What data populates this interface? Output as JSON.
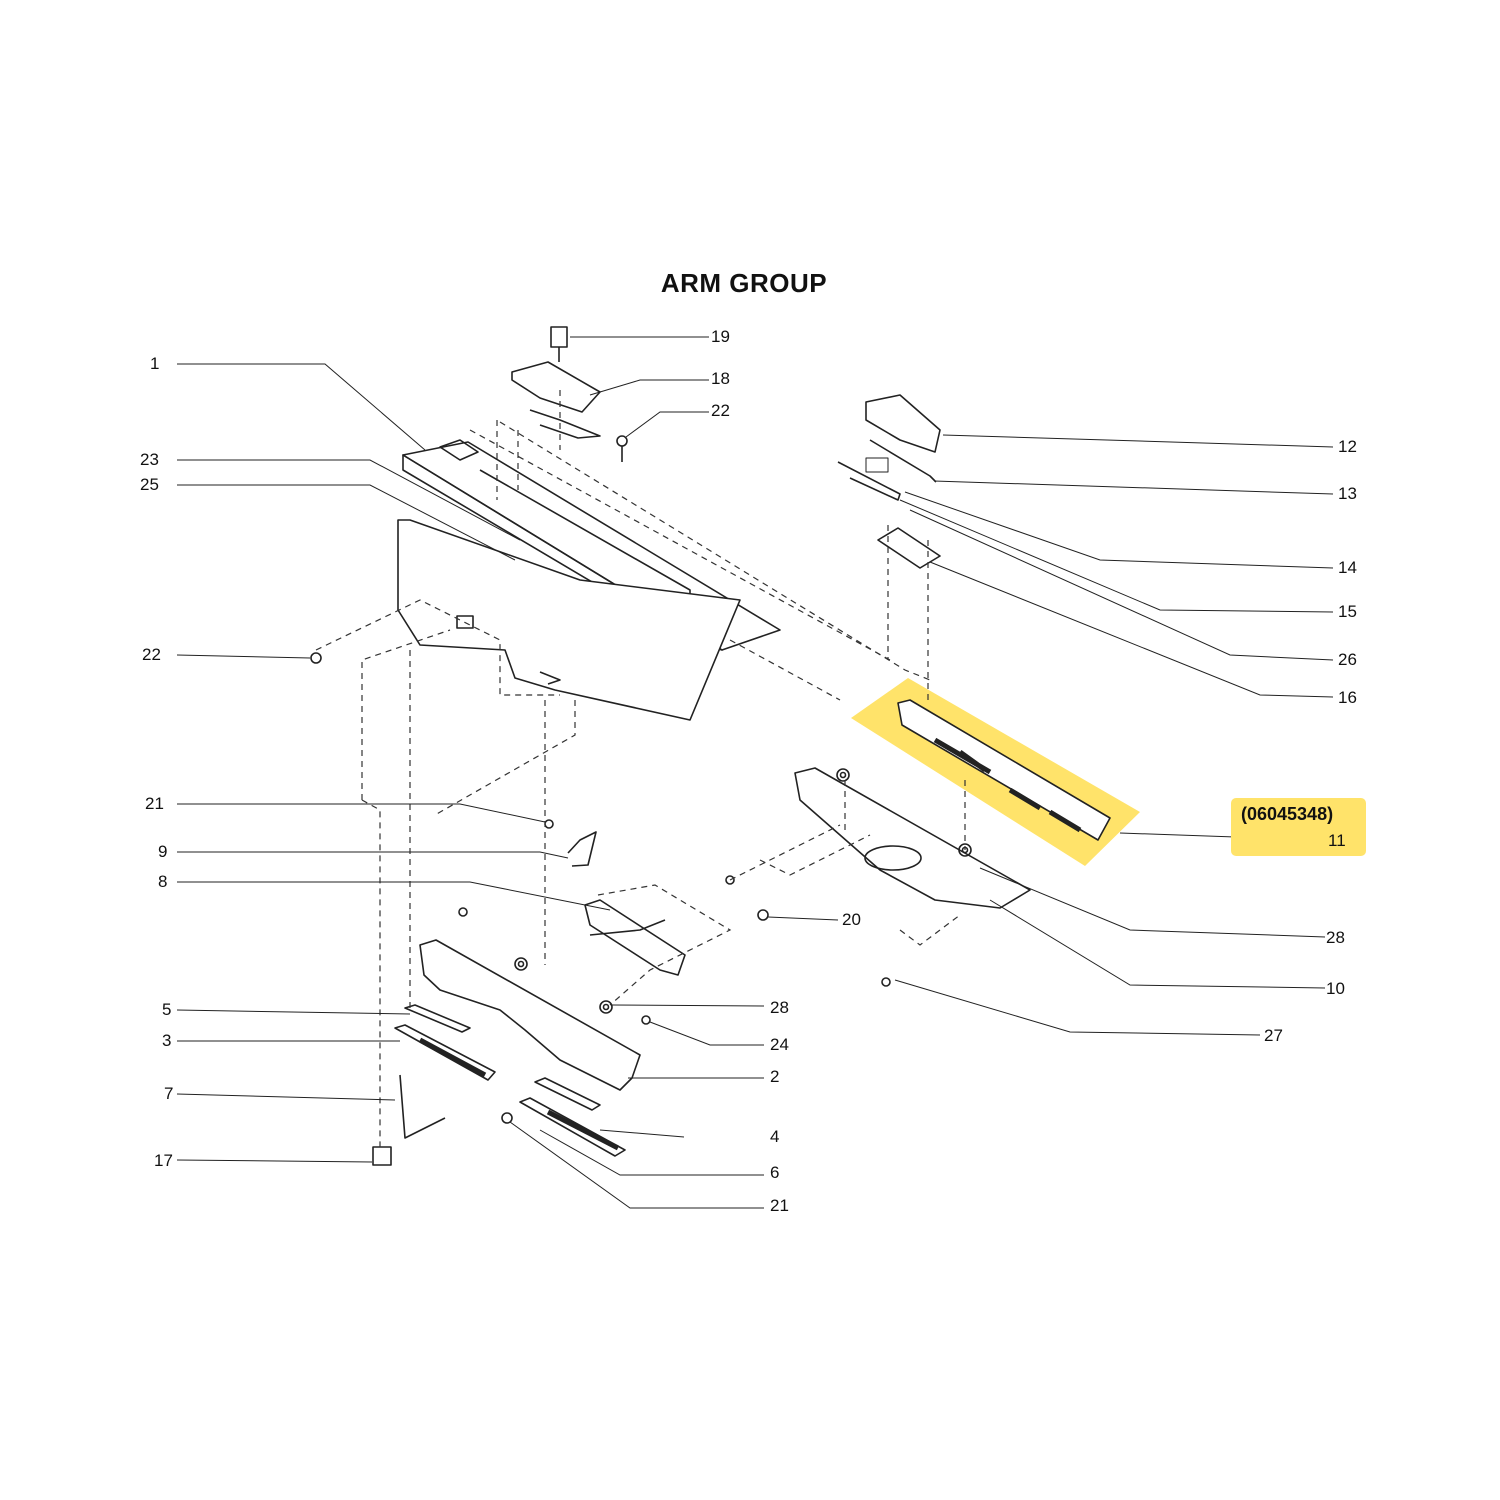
{
  "title": "ARM GROUP",
  "highlight": {
    "color": "#ffe36a",
    "part_number": "(06045348)",
    "item": "11"
  },
  "callouts": {
    "c1": "1",
    "c23": "23",
    "c25": "25",
    "c22a": "22",
    "c21a": "21",
    "c9": "9",
    "c8": "8",
    "c5": "5",
    "c3": "3",
    "c7": "7",
    "c17": "17",
    "c19": "19",
    "c18": "18",
    "c22b": "22",
    "c12": "12",
    "c13": "13",
    "c14": "14",
    "c15": "15",
    "c26": "26",
    "c16": "16",
    "c28a": "28",
    "c10": "10",
    "c27": "27",
    "c20": "20",
    "c28b": "28",
    "c24": "24",
    "c2": "2",
    "c4": "4",
    "c6": "6",
    "c21b": "21"
  }
}
